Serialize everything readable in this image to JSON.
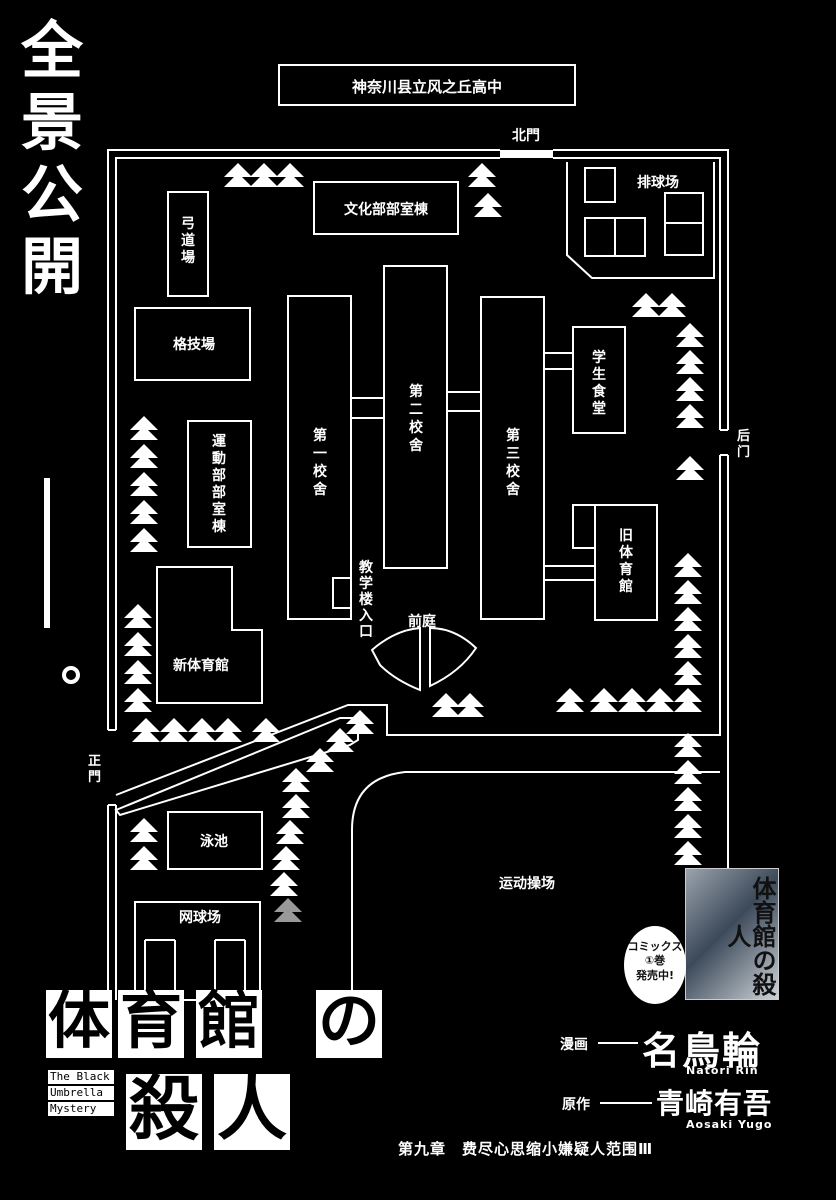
{
  "vertical_title": [
    "全",
    "景",
    "公",
    "開"
  ],
  "map": {
    "school_name": "神奈川县立风之丘高中",
    "gates": {
      "north": "北門",
      "back": "后门",
      "main": "正門"
    },
    "buildings": {
      "culture_club": "文化部部室棟",
      "archery": "弓道場",
      "volleyball": "排球场",
      "martial_arts": "格技場",
      "school1": "第一校舍",
      "school2": "第二校舍",
      "school3": "第三校舍",
      "cafeteria": "学生食堂",
      "sports_club": "運動部部室棟",
      "old_gym": "旧体育館",
      "entrance": "教学楼入口",
      "front_garden": "前庭",
      "new_gym": "新体育館",
      "pool": "泳池",
      "playground": "运动操场",
      "tennis": "网球场"
    }
  },
  "cover": {
    "title": "体育館の殺人",
    "badge": [
      "コミックス",
      "①巻",
      "発売中!"
    ]
  },
  "book_title": [
    "体",
    "育",
    "館",
    "の",
    "殺",
    "人"
  ],
  "english_title": [
    "The Black",
    "Umbrella",
    "Mystery"
  ],
  "credits": {
    "manga_role": "漫画",
    "manga_name": "名鳥輪",
    "manga_romaji": "Natori Rin",
    "original_role": "原作",
    "original_name": "青崎有吾",
    "original_romaji": "Aosaki Yugo"
  },
  "chapter": "第九章　费尽心思缩小嫌疑人范围Ⅲ",
  "colors": {
    "background": "#000000",
    "foreground": "#ffffff"
  }
}
